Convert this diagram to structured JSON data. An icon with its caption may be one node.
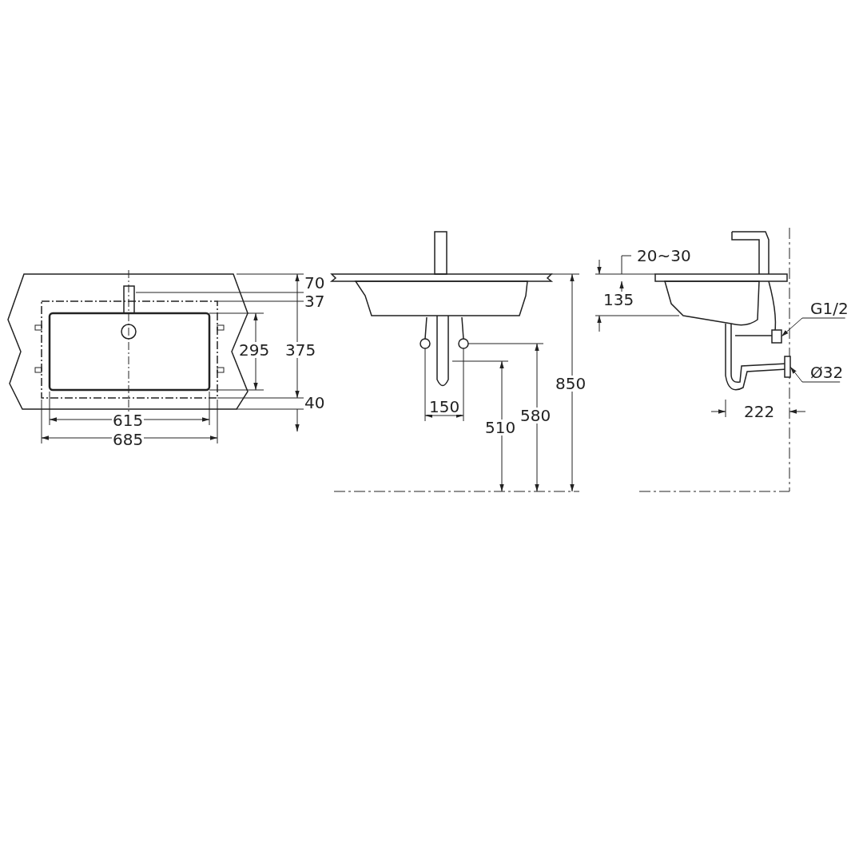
{
  "diagram": {
    "nodes": [
      {
        "text": [
          "G1/2"
        ]
      },
      {
        "text": [
          "Ø32"
        ]
      },
      {
        "text": [],
        "shape": "box"
      },
      {
        "text": [],
        "shape": "box"
      }
    ],
    "edges": [
      {
        "from": 0,
        "to": 2,
        "arrow": "to"
      },
      {
        "from": 1,
        "to": 3,
        "arrow": "to"
      }
    ],
    "labels": [
      "70",
      "37",
      "295",
      "375",
      "40",
      "615",
      "685",
      "150",
      "510",
      "580",
      "850",
      "20~30",
      "135",
      "222"
    ]
  }
}
